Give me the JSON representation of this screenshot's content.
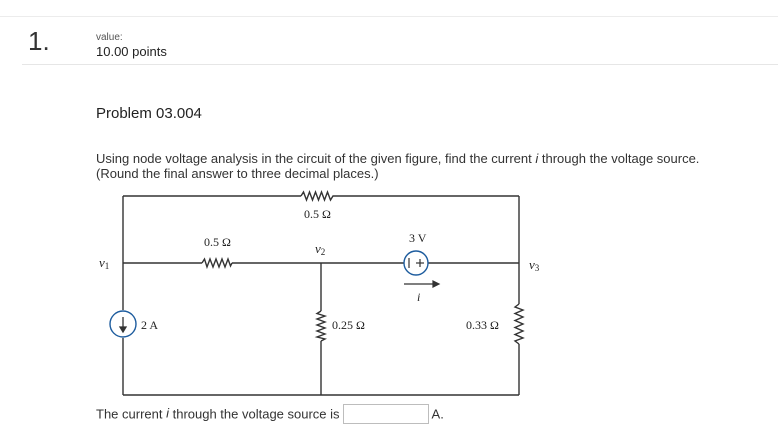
{
  "question": {
    "number": "1.",
    "value_label": "value:",
    "points": "10.00 points"
  },
  "problem": {
    "title": "Problem 03.004",
    "prompt_before": "Using node voltage analysis in the circuit of the given figure, find the current ",
    "prompt_var": "i",
    "prompt_after": " through the voltage source.",
    "prompt_line2": "(Round the final answer to three decimal places.)"
  },
  "circuit": {
    "r_top": "0.5 Ω",
    "r_mid": "0.5 Ω",
    "r_center": "0.25 Ω",
    "r_right": "0.33 Ω",
    "source_v": "3 V",
    "source_i": "2 A",
    "node_v1": "v",
    "node_v1_sub": "1",
    "node_v2": "v",
    "node_v2_sub": "2",
    "node_v3": "v",
    "node_v3_sub": "3",
    "current_label": "i"
  },
  "answer": {
    "before": "The current ",
    "var": "i",
    "after": " through the voltage source is",
    "value": "",
    "unit": "A."
  }
}
